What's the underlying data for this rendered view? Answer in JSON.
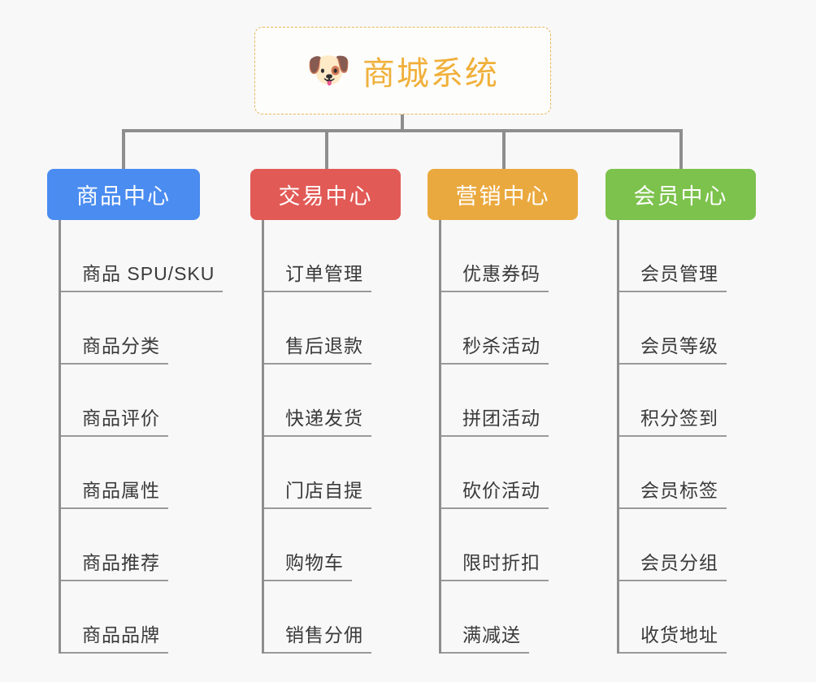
{
  "diagram": {
    "title": "商城系统",
    "background_color": "#f8f8f8",
    "root": {
      "icon": "dog-face-emoji",
      "icon_glyph": "🐶",
      "label": "商城系统",
      "text_color": "#f0b03a",
      "border_color": "#e8b659",
      "border_style": "dashed"
    },
    "connector_color": "#8e8e8e",
    "columns": [
      {
        "label": "商品中心",
        "color": "#4a8cf0",
        "items": [
          "商品 SPU/SKU",
          "商品分类",
          "商品评价",
          "商品属性",
          "商品推荐",
          "商品品牌"
        ]
      },
      {
        "label": "交易中心",
        "color": "#e25a56",
        "items": [
          "订单管理",
          "售后退款",
          "快递发货",
          "门店自提",
          "购物车",
          "销售分佣"
        ]
      },
      {
        "label": "营销中心",
        "color": "#eaa93f",
        "items": [
          "优惠券码",
          "秒杀活动",
          "拼团活动",
          "砍价活动",
          "限时折扣",
          "满减送"
        ]
      },
      {
        "label": "会员中心",
        "color": "#7cc24c",
        "items": [
          "会员管理",
          "会员等级",
          "积分签到",
          "会员标签",
          "会员分组",
          "收货地址"
        ]
      }
    ]
  }
}
